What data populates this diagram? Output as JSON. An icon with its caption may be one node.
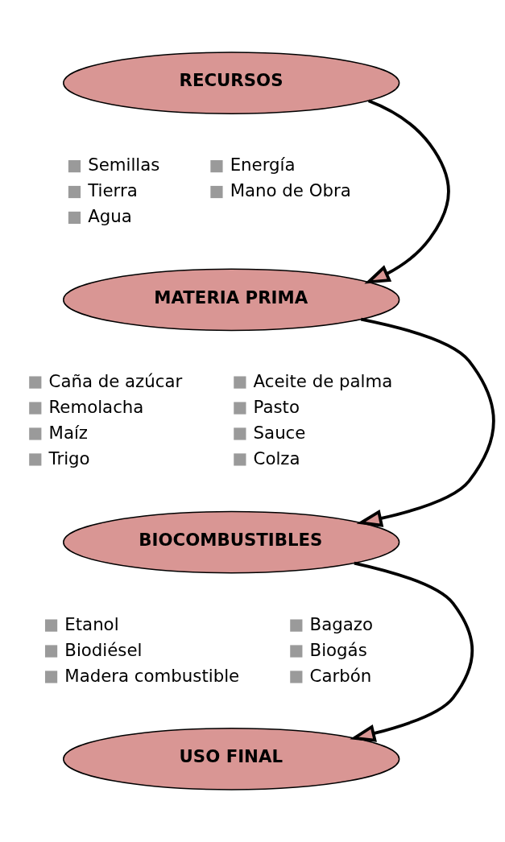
{
  "diagram": {
    "nodes": [
      {
        "text": [
          "RECURSOS"
        ],
        "beside": [
          "Semillas",
          "Tierra",
          "Agua",
          "Energía",
          "Mano de Obra"
        ]
      },
      {
        "text": [
          "MATERIA PRIMA"
        ],
        "beside": [
          "Caña de azúcar",
          "Remolacha",
          "Maíz",
          "Trigo",
          "Aceite de palma",
          "Pasto",
          "Sauce",
          "Colza"
        ]
      },
      {
        "text": [
          "BIOCOMBUSTIBLES"
        ],
        "beside": [
          "Etanol",
          "Biodiésel",
          "Madera combustible",
          "Bagazo",
          "Biogás",
          "Carbón"
        ]
      },
      {
        "text": [
          "USO FINAL"
        ]
      }
    ],
    "edges": [
      {
        "from": 0,
        "to": 1,
        "arrow": "to"
      },
      {
        "from": 1,
        "to": 2,
        "arrow": "to"
      },
      {
        "from": 2,
        "to": 3,
        "arrow": "to"
      }
    ]
  }
}
